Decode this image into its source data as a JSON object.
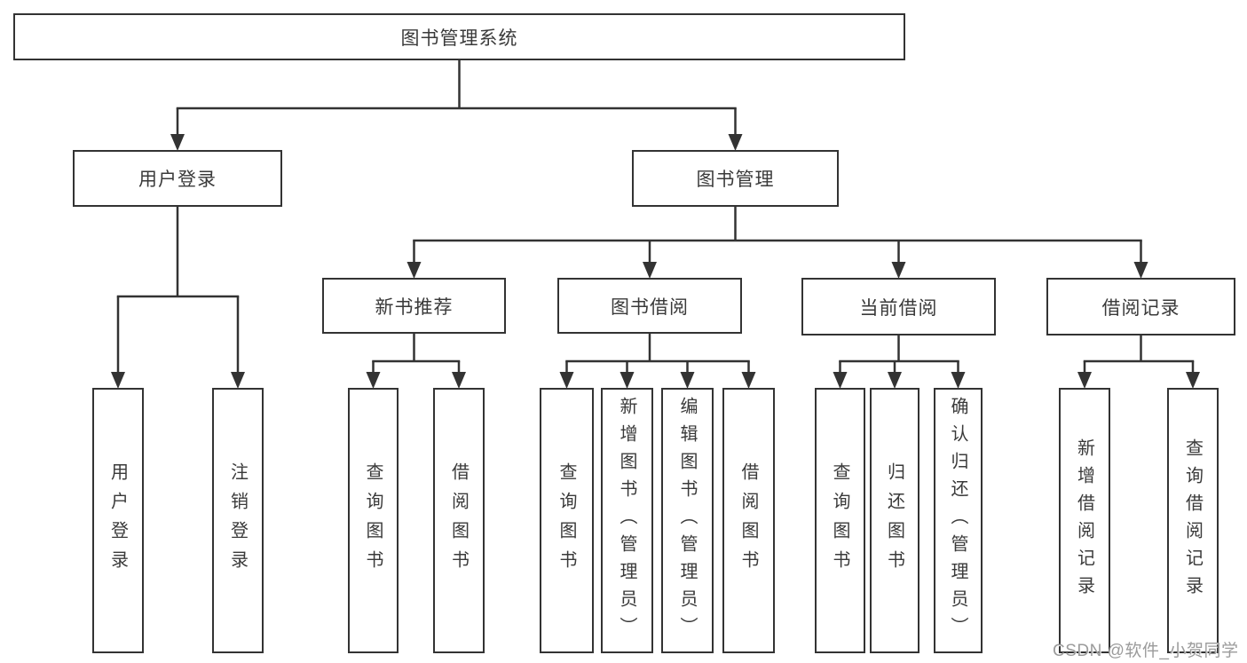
{
  "diagram": {
    "root": {
      "label": "图书管理系统"
    },
    "level2": [
      {
        "label": "用户登录"
      },
      {
        "label": "图书管理"
      }
    ],
    "level3": [
      {
        "label": "新书推荐"
      },
      {
        "label": "图书借阅"
      },
      {
        "label": "当前借阅"
      },
      {
        "label": "借阅记录"
      }
    ],
    "leaves": [
      {
        "label": "用户登录"
      },
      {
        "label": "注销登录"
      },
      {
        "label": "查询图书"
      },
      {
        "label": "借阅图书"
      },
      {
        "label": "查询图书"
      },
      {
        "label": "新增图书（管理员）"
      },
      {
        "label": "编辑图书（管理员）"
      },
      {
        "label": "借阅图书"
      },
      {
        "label": "查询图书"
      },
      {
        "label": "归还图书"
      },
      {
        "label": "确认归还（管理员）"
      },
      {
        "label": "新增借阅记录"
      },
      {
        "label": "查询借阅记录"
      }
    ]
  },
  "watermark": {
    "text": "CSDN @软件_小贺同学"
  },
  "colors": {
    "line": "#333333",
    "text": "#3a3a3a",
    "watermark": "#9b9b9b",
    "background": "#ffffff"
  }
}
